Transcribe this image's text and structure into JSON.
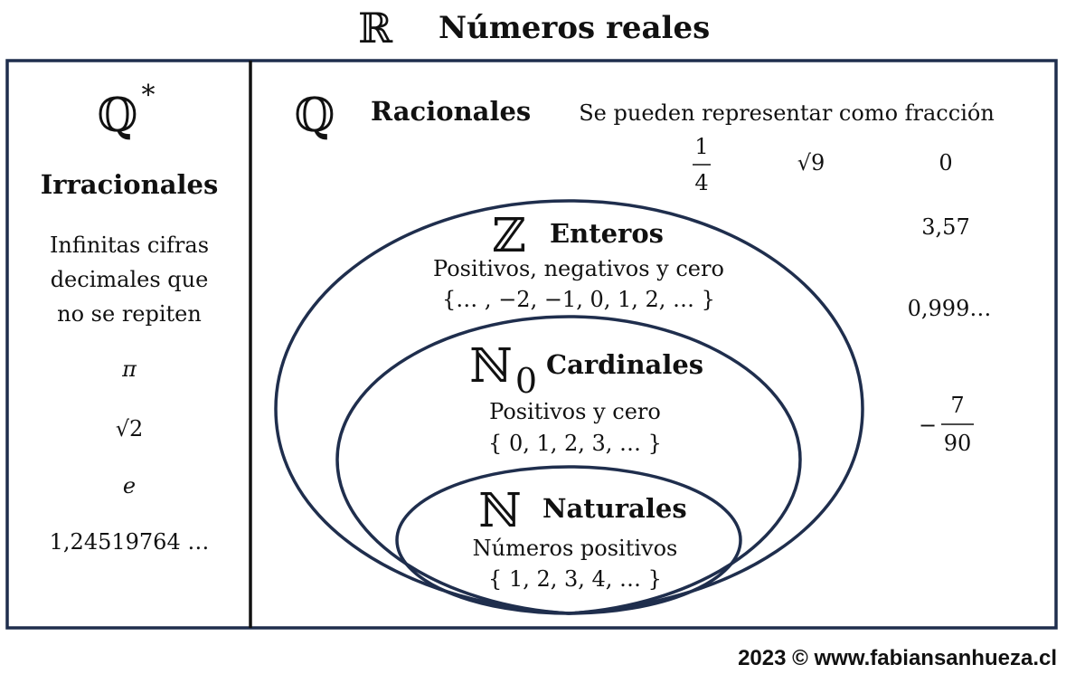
{
  "title": {
    "symbol": "ℝ",
    "text": "Números reales"
  },
  "irrational": {
    "symbol": "ℚ",
    "symbol_sup": "*",
    "name": "Irracionales",
    "desc_lines": [
      "Infinitas cifras",
      "decimales que",
      "no se repiten"
    ],
    "examples": [
      "π",
      "√2",
      "e",
      "1,24519764 …"
    ]
  },
  "rational": {
    "symbol": "ℚ",
    "name": "Racionales",
    "desc": "Se pueden representar como fracción",
    "fraction1": {
      "num": "1",
      "den": "4"
    },
    "sqrt9": "√9",
    "zero": "0",
    "decimal1": "3,57",
    "decimal2": "0,999…",
    "fraction2": {
      "sign": "−",
      "num": "7",
      "den": "90"
    }
  },
  "integers": {
    "symbol": "ℤ",
    "name": "Enteros",
    "desc": "Positivos, negativos y cero",
    "set": "{… , −2, −1, 0, 1, 2, … }"
  },
  "cardinals": {
    "symbol": "ℕ",
    "subscript": "0",
    "name": "Cardinales",
    "desc": "Positivos y cero",
    "set": "{ 0, 1, 2, 3, … }"
  },
  "naturals": {
    "symbol": "ℕ",
    "name": "Naturales",
    "desc": "Números positivos",
    "set": "{ 1, 2, 3, 4, … }"
  },
  "footer": "2023 © www.fabiansanhueza.cl",
  "colors": {
    "border": "#1f2e4d",
    "text": "#111111"
  }
}
